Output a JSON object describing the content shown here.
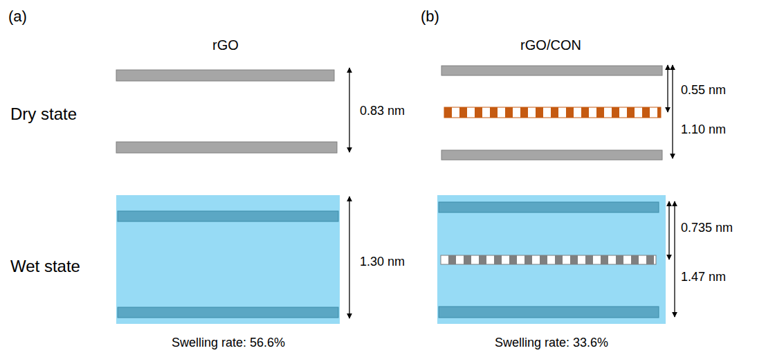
{
  "diagram": {
    "labels": [
      "(a)",
      "rGO",
      "(b)",
      "rGO/CON",
      "Dry state",
      "Wet state",
      "0.83 nm",
      "0.55 nm",
      "1.10 nm",
      "1.30 nm",
      "0.735 nm",
      "1.47 nm",
      "Swelling rate: 56.6%",
      "Swelling rate: 33.6%"
    ]
  }
}
